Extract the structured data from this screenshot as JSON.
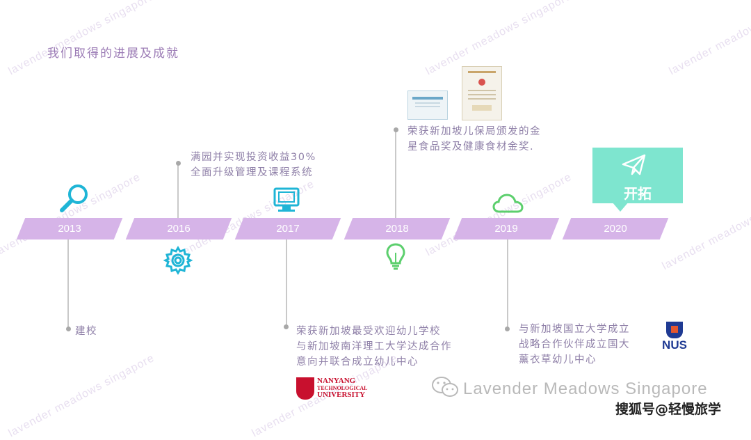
{
  "title": "我们取得的进展及成就",
  "watermark": "lavender meadows singapore",
  "years": [
    "2013",
    "2016",
    "2017",
    "2018",
    "2019",
    "2020"
  ],
  "events": {
    "e2013": "建校",
    "e2016": [
      "满园并实现投资收益30%",
      "全面升级管理及课程系统"
    ],
    "e2017": [
      "荣获新加坡最受欢迎幼儿学校",
      "与新加坡南洋理工大学达成合作",
      "意向并联合成立幼儿中心"
    ],
    "e2018": [
      "荣获新加坡儿保局颁发的金",
      "星食品奖及健康食材金奖."
    ],
    "e2019": [
      "与新加坡国立大学成立",
      "战略合作伙伴成立国大",
      "薰衣草幼儿中心"
    ],
    "e2020": "开拓"
  },
  "logos": {
    "ntu": [
      "NANYANG",
      "TECHNOLOGICAL",
      "UNIVERSITY"
    ],
    "nus": "NUS"
  },
  "footer": {
    "brand": "Lavender Meadows Singapore",
    "source": "搜狐号@轻慢旅学"
  },
  "colors": {
    "band": "#d6b4e8",
    "icon": "#1fb5d6",
    "icon_green": "#5ccf6d",
    "callout": "#7ee5cf",
    "text": "#8f80a8"
  }
}
